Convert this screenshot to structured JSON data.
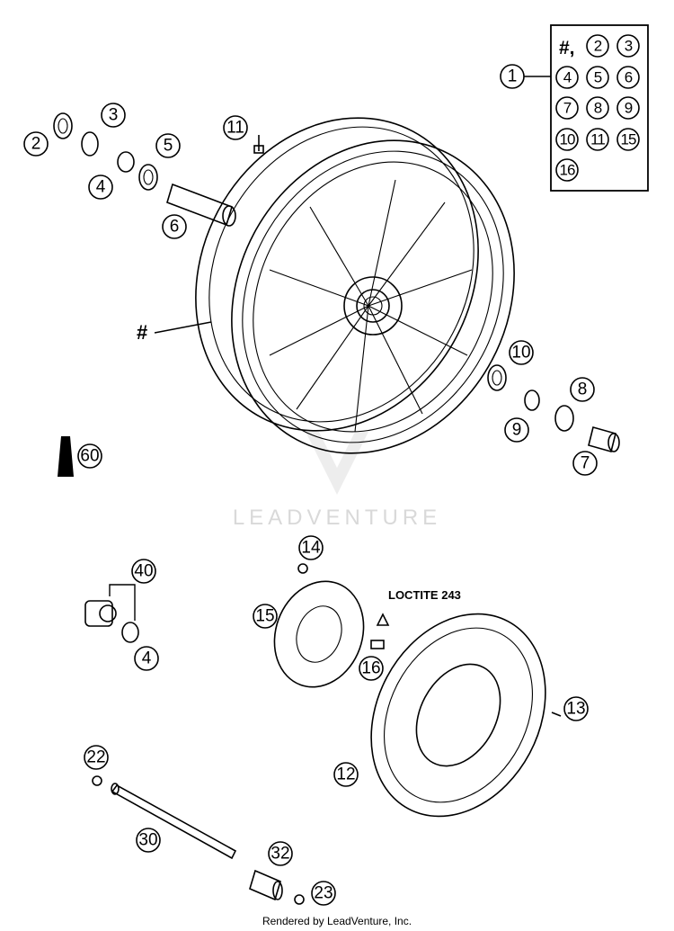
{
  "legend": {
    "hash_label": "#,",
    "items": [
      "2",
      "3",
      "4",
      "5",
      "6",
      "7",
      "8",
      "9",
      "10",
      "11",
      "15",
      "16"
    ],
    "ref": "1"
  },
  "callouts": {
    "c2": "2",
    "c3": "3",
    "c4a": "4",
    "c5": "5",
    "c6": "6",
    "c11": "11",
    "c10": "10",
    "c8": "8",
    "c9": "9",
    "c7": "7",
    "c60": "60",
    "c40": "40",
    "c4b": "4",
    "c14": "14",
    "c15": "15",
    "c16": "16",
    "c13": "13",
    "c12": "12",
    "c22": "22",
    "c30": "30",
    "c32": "32",
    "c23": "23"
  },
  "wheel_label": "#",
  "loctite_label": "LOCTITE 243",
  "watermark": "LEADVENTURE",
  "footer": "Rendered by LeadVenture, Inc."
}
